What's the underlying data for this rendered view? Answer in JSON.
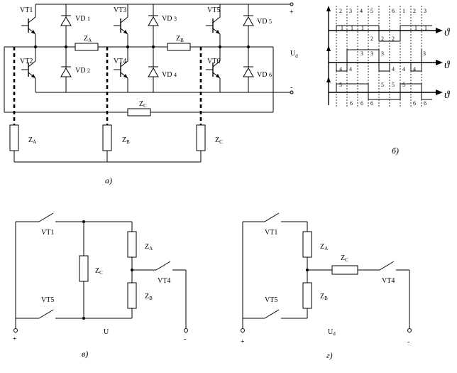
{
  "fig_a": {
    "caption": "а)",
    "transistors": [
      "VT1",
      "VT2",
      "VT3",
      "VT4",
      "VT5",
      "VT6"
    ],
    "diodes": [
      "VD",
      "VD",
      "VD",
      "VD",
      "VD",
      "VD"
    ],
    "diode_nums": [
      "1",
      "2",
      "3",
      "4",
      "5",
      "6"
    ],
    "plus": "+",
    "minus": "-",
    "ud": "U",
    "ud_sub": "d",
    "z_letter": "Z",
    "z_top_a": "A",
    "z_top_b": "B",
    "z_bottom_c": "C",
    "z_loads": [
      "A",
      "B",
      "C"
    ]
  },
  "fig_b": {
    "caption": "б)",
    "theta": "ϑ",
    "row1_labels": [
      "2",
      "3",
      "4",
      "5",
      "6",
      "1",
      "2",
      "3"
    ],
    "row1_under": [
      "1",
      "1",
      "1",
      "1",
      "1"
    ],
    "row1_two": [
      "2",
      "2",
      "2"
    ],
    "row2_labels": [
      "3",
      "3",
      "3",
      "3"
    ],
    "row2_four": [
      "4",
      "4",
      "4",
      "4",
      "4"
    ],
    "row3_labels": [
      "5",
      "5",
      "5",
      "5"
    ],
    "row3_six": [
      "6",
      "6",
      "6",
      "6",
      "6"
    ]
  },
  "fig_v": {
    "caption": "в)",
    "vt1": "VT1",
    "vt5": "VT5",
    "vt4": "VT4",
    "za": "Z",
    "za_sub": "A",
    "zb": "Z",
    "zb_sub": "B",
    "zc": "Z",
    "zc_sub": "C",
    "u": "U",
    "plus": "+",
    "minus": "-"
  },
  "fig_g": {
    "caption": "г)",
    "vt1": "VT1",
    "vt5": "VT5",
    "vt4": "VT4",
    "za": "Z",
    "za_sub": "A",
    "zb": "Z",
    "zb_sub": "B",
    "zc": "Z",
    "zc_sub": "C",
    "u": "U",
    "u_sub": "d",
    "plus": "+",
    "minus": "-"
  }
}
